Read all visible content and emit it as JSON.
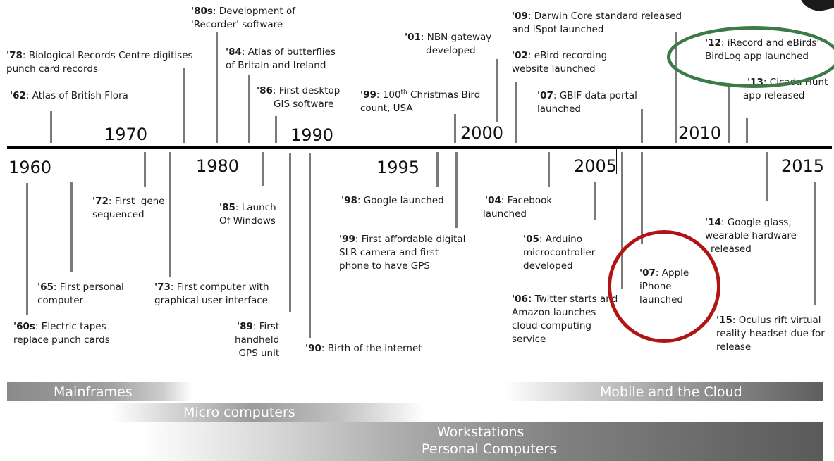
{
  "years": {
    "y1960": "1960",
    "y1970": "1970",
    "y1980": "1980",
    "y1990": "1990",
    "y1995": "1995",
    "y2000": "2000",
    "y2005": "2005",
    "y2010": "2010",
    "y2015": "2015"
  },
  "events": {
    "e78": {
      "year": "'78",
      "text": ": Biological Records Centre digitises",
      "line2": "punch card records"
    },
    "e62": {
      "year": "'62",
      "text": ": Atlas of British Flora"
    },
    "e80s": {
      "year": "'80s",
      "text": ": Development of",
      "line2": "'Recorder' software"
    },
    "e84": {
      "year": "'84",
      "text": ": Atlas of butterflies",
      "line2": "of Britain and Ireland"
    },
    "e86": {
      "year": "'86",
      "text": ": First desktop",
      "line2": "GIS software"
    },
    "e01": {
      "year": "'01",
      "text": ": NBN gateway",
      "line2": "developed"
    },
    "e99a": {
      "year": "'99",
      "text": ": 100",
      "sup": "th",
      "text2": " Christmas Bird",
      "line2": "count, USA"
    },
    "e09": {
      "year": "'09",
      "text": ": Darwin Core standard released",
      "line2": "and iSpot launched"
    },
    "e02": {
      "year": "'02",
      "text": ": eBird recording",
      "line2": "website launched"
    },
    "e07g": {
      "year": "'07",
      "text": ": GBIF data portal",
      "line2": "launched"
    },
    "e12": {
      "year": "'12",
      "text": ": iRecord and eBirds'",
      "line2": "BirdLog app launched"
    },
    "e13": {
      "year": "'13",
      "text": ": Cicada Hunt",
      "line2": "app released"
    },
    "e72": {
      "year": "'72",
      "text": ": First  gene",
      "line2": "sequenced"
    },
    "e85": {
      "year": "'85",
      "text": ": Launch",
      "line2": "Of Windows"
    },
    "e65": {
      "year": "'65",
      "text": ": First personal",
      "line2": "computer"
    },
    "e73": {
      "year": "'73",
      "text": ": First computer with",
      "line2": "graphical user interface"
    },
    "e60s": {
      "year": "'60s",
      "text": ": Electric tapes",
      "line2": "replace punch cards"
    },
    "e89": {
      "year": "'89",
      "text": ": First",
      "line2": "handheld",
      "line3": "GPS unit"
    },
    "e90": {
      "year": "'90",
      "text": ": Birth of the internet"
    },
    "e98": {
      "year": "'98",
      "text": ": Google launched"
    },
    "e99b": {
      "year": "'99",
      "text": ": First affordable digital",
      "line2": "SLR camera and first",
      "line3": "phone to have GPS"
    },
    "e04": {
      "year": "'04",
      "text": ": Facebook",
      "line2": "launched"
    },
    "e05": {
      "year": "'05",
      "text": ": Arduino",
      "line2": "microcontroller",
      "line3": "developed"
    },
    "e06": {
      "year": "'06:",
      "text": " Twitter starts and",
      "line2": "Amazon launches",
      "line3": "cloud computing",
      "line4": "service"
    },
    "e07a": {
      "year": "'07",
      "text": ": Apple",
      "line2": "iPhone",
      "line3": "launched"
    },
    "e14": {
      "year": "'14",
      "text": ": Google glass,",
      "line2": "wearable hardware",
      "line3": "released"
    },
    "e15": {
      "year": "'15",
      "text": ": Oculus rift virtual",
      "line2": "reality headset due for",
      "line3": "release"
    }
  },
  "bands": {
    "mainframes": "Mainframes",
    "micro": "Micro computers",
    "mobile": "Mobile and the Cloud",
    "workstations": "Workstations",
    "personal": "Personal Computers"
  },
  "colors": {
    "green_ring": "#3c7a47",
    "red_ring": "#b01515",
    "axis": "#000000",
    "tick": "#7a7a7a"
  }
}
